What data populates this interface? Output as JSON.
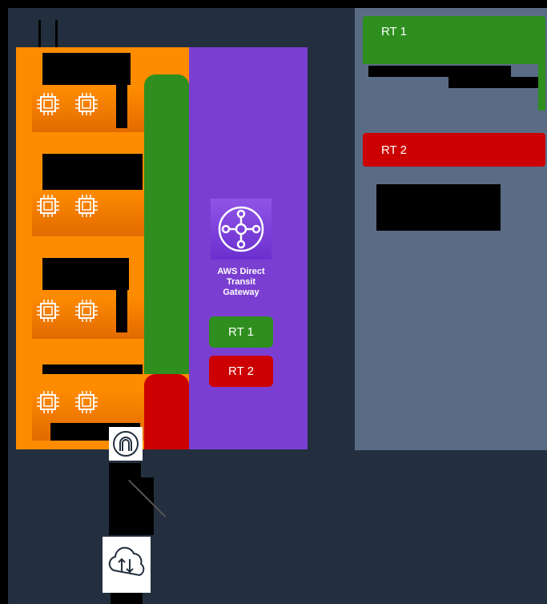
{
  "colors": {
    "region_bg": "#232f3e",
    "vpc_orange": "#ff8c00",
    "tgw_purple": "#7a3fd1",
    "rt1_green": "#2e8f1e",
    "rt2_red": "#cc0000",
    "panel_gray": "#5a6b85"
  },
  "tgw": {
    "label": "AWS Direct\nTransit\nGateway",
    "icon": "transit-gateway-icon"
  },
  "route_tables": {
    "rt1_label": "RT 1",
    "rt2_label": "RT 2"
  },
  "legend": {
    "rt1_title": "RT 1",
    "rt2_title": "RT 2"
  },
  "icons": {
    "vpc_instance": "ec2-instance-icon",
    "gateway": "vpn-gateway-icon",
    "cloud": "cloud-transfer-icon"
  }
}
